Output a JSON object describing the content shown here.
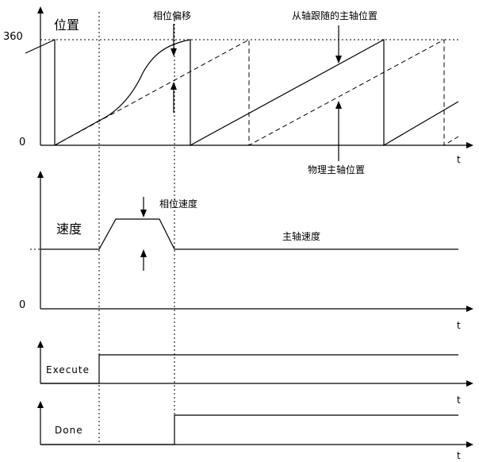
{
  "position_panel": {
    "y_label": "位置",
    "tick_max": "360",
    "tick_zero": "0",
    "t_label": "t",
    "phase_offset_label": "相位偏移",
    "follower_label": "从轴跟随的主轴位置",
    "physical_label": "物理主轴位置"
  },
  "speed_panel": {
    "y_label": "速度",
    "tick_zero": "0",
    "t_label": "t",
    "phase_speed_label": "相位速度",
    "master_speed_label": "主轴速度"
  },
  "execute_panel": {
    "signal_label": "Execute",
    "t_label": "t"
  },
  "done_panel": {
    "signal_label": "Done",
    "t_label": "t"
  }
}
